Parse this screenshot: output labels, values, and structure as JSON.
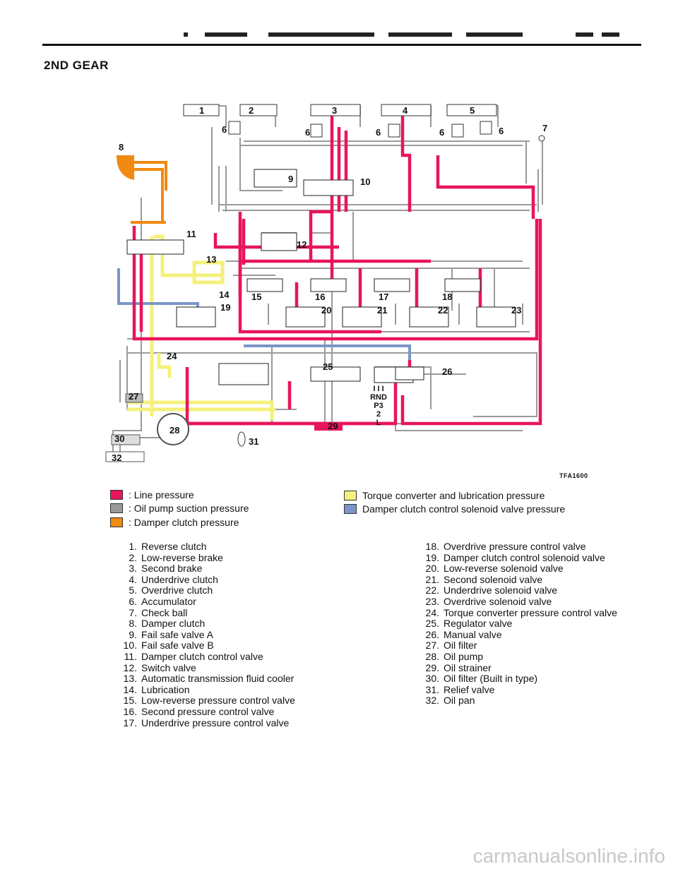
{
  "page": {
    "title": "2ND GEAR",
    "figure_id": "TFA1600",
    "watermark": "carmanualsonline.info"
  },
  "colors": {
    "line": "#e8155b",
    "suction": "#9a9a9a",
    "damper": "#f08a10",
    "torque": "#f5f07a",
    "solenoid": "#7a96c8"
  },
  "diagram": {
    "component_numbers": [
      "1",
      "2",
      "3",
      "4",
      "5",
      "6",
      "6",
      "6",
      "6",
      "6",
      "7",
      "8",
      "9",
      "10",
      "11",
      "12",
      "13",
      "14",
      "15",
      "16",
      "17",
      "18",
      "19",
      "20",
      "21",
      "22",
      "23",
      "24",
      "25",
      "26",
      "27",
      "28",
      "29",
      "30",
      "31",
      "32"
    ],
    "shift_positions": [
      "I I I",
      "RND",
      "P3",
      "2",
      "L"
    ]
  },
  "legend": [
    {
      "label": ": Line pressure",
      "color_key": "line"
    },
    {
      "label": ": Oil pump suction pressure",
      "color_key": "suction"
    },
    {
      "label": ": Damper clutch pressure",
      "color_key": "damper"
    },
    {
      "label": "Torque converter and lubrication pressure",
      "color_key": "torque"
    },
    {
      "label": "Damper clutch control solenoid valve pressure",
      "color_key": "solenoid"
    }
  ],
  "parts_left": [
    {
      "num": "1.",
      "name": "Reverse clutch"
    },
    {
      "num": "2.",
      "name": "Low-reverse brake"
    },
    {
      "num": "3.",
      "name": "Second brake"
    },
    {
      "num": "4.",
      "name": "Underdrive clutch"
    },
    {
      "num": "5.",
      "name": "Overdrive clutch"
    },
    {
      "num": "6.",
      "name": "Accumulator"
    },
    {
      "num": "7.",
      "name": "Check ball"
    },
    {
      "num": "8.",
      "name": "Damper clutch"
    },
    {
      "num": "9.",
      "name": "Fail safe valve A"
    },
    {
      "num": "10.",
      "name": "Fail safe valve B"
    },
    {
      "num": "11.",
      "name": "Damper clutch control valve"
    },
    {
      "num": "12.",
      "name": "Switch valve"
    },
    {
      "num": "13.",
      "name": "Automatic transmission fluid cooler"
    },
    {
      "num": "14.",
      "name": "Lubrication"
    },
    {
      "num": "15.",
      "name": "Low-reverse pressure control valve"
    },
    {
      "num": "16.",
      "name": "Second pressure control valve"
    },
    {
      "num": "17.",
      "name": "Underdrive pressure control valve"
    }
  ],
  "parts_right": [
    {
      "num": "18.",
      "name": "Overdrive pressure control valve"
    },
    {
      "num": "19.",
      "name": "Damper clutch control solenoid valve"
    },
    {
      "num": "20.",
      "name": "Low-reverse solenoid valve"
    },
    {
      "num": "21.",
      "name": "Second solenoid valve"
    },
    {
      "num": "22.",
      "name": "Underdrive solenoid valve"
    },
    {
      "num": "23.",
      "name": "Overdrive solenoid valve"
    },
    {
      "num": "24.",
      "name": "Torque converter pressure control valve"
    },
    {
      "num": "25.",
      "name": "Regulator valve"
    },
    {
      "num": "26.",
      "name": "Manual valve"
    },
    {
      "num": "27.",
      "name": "Oil filter"
    },
    {
      "num": "28.",
      "name": "Oil pump"
    },
    {
      "num": "29.",
      "name": "Oil strainer"
    },
    {
      "num": "30.",
      "name": "Oil filter (Built in type)"
    },
    {
      "num": "31.",
      "name": "Relief valve"
    },
    {
      "num": "32.",
      "name": "Oil pan"
    }
  ]
}
